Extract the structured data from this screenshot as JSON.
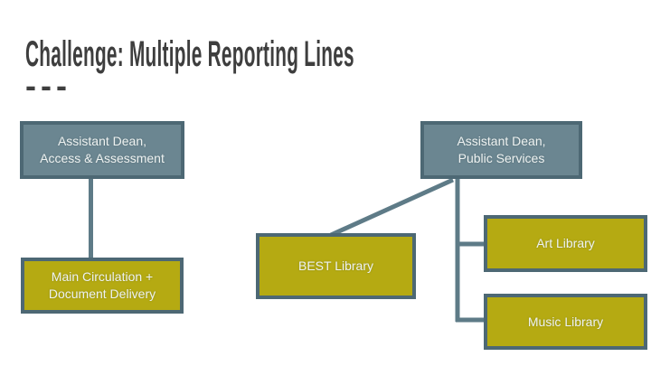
{
  "slide": {
    "title": "Challenge: Multiple Reporting Lines",
    "divider": "---",
    "colors": {
      "background": "#ffffff",
      "title_text": "#3e3e3e",
      "manager_box_fill": "#6b8691",
      "library_box_fill": "#b5aa12",
      "box_border": "#4d6874",
      "box_text": "#eef2f1",
      "connector": "#5e7b87"
    },
    "boxes": {
      "access_assessment": {
        "line1": "Assistant Dean,",
        "line2": "Access & Assessment"
      },
      "public_services": {
        "line1": "Assistant Dean,",
        "line2": "Public Services"
      },
      "main_circulation": {
        "line1": "Main Circulation +",
        "line2": "Document Delivery"
      },
      "best_library": {
        "label": "BEST Library"
      },
      "art_library": {
        "label": "Art Library"
      },
      "music_library": {
        "label": "Music Library"
      }
    },
    "org_chart": {
      "type": "org-tree",
      "managers": [
        "Assistant Dean, Access & Assessment",
        "Assistant Dean, Public Services"
      ],
      "units": [
        {
          "name": "Main Circulation + Document Delivery",
          "reports_to": [
            "Assistant Dean, Access & Assessment"
          ]
        },
        {
          "name": "BEST Library",
          "reports_to": [
            "Assistant Dean, Public Services"
          ]
        },
        {
          "name": "Art Library",
          "reports_to": [
            "Assistant Dean, Public Services"
          ]
        },
        {
          "name": "Music Library",
          "reports_to": [
            "Assistant Dean, Public Services"
          ]
        }
      ]
    }
  }
}
